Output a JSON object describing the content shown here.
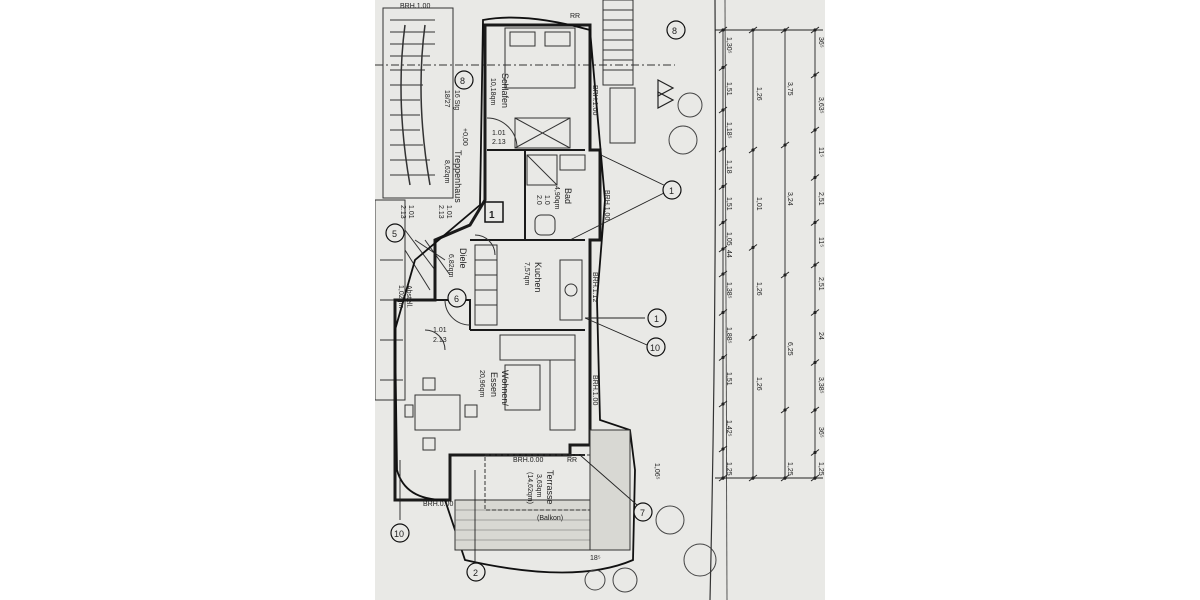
{
  "rooms": {
    "schlafen": {
      "name": "Schlafen",
      "area": "10,18qm"
    },
    "bad": {
      "name": "Bad",
      "area": "4,90qm"
    },
    "kuechen": {
      "name": "Kuchen",
      "area": "7,57qm"
    },
    "diele": {
      "name": "Diele",
      "area": "6,82qm"
    },
    "wohnen": {
      "name": "Wohnen/",
      "name2": "Essen",
      "area": "20,96qm"
    },
    "terrasse": {
      "name": "Terrasse",
      "area": "3,63qm",
      "area2": "(14,62qm)",
      "note": "(Balkon)"
    },
    "treppenhaus": {
      "name": "Treppenhaus",
      "area": "8,62qm",
      "steps": "16 Stg",
      "rise": "18/27"
    },
    "abstell": {
      "name": "Abstell.",
      "area": "1,02qm"
    }
  },
  "unit_number": "1",
  "brh_labels": {
    "top": "BRH.1.00",
    "right_a": "BRH.1.00",
    "right_b": "BRH.1.12",
    "right_c": "BRH.1.00",
    "bottom_a": "BRH.0.00",
    "bottom_b": "BRH.0.00",
    "right_d": "BRH.1.00"
  },
  "door_labels": {
    "d1": "1.01",
    "d1b": "2.13",
    "d2": "1.01",
    "d2b": "2.13",
    "d3": "1.01",
    "d3b": "2.13",
    "d4": "1.01",
    "d4b": "2.13",
    "d5": "1.0",
    "d5b": "2.0"
  },
  "stair_level": "+0,00",
  "callouts": {
    "c8a": "8",
    "c8b": "8",
    "c5": "5",
    "c6": "6",
    "c1a": "1",
    "c1b": "1",
    "c10a": "10",
    "c10b": "10",
    "c7": "7",
    "c2": "2"
  },
  "dims_col1": [
    "1,30⁵",
    "1,51",
    "1,18⁵",
    "1,18",
    "1,51",
    "1,05",
    "44",
    "1,38⁵",
    "1,88⁵",
    "1,51",
    "1,42⁵",
    "1,25"
  ],
  "dims_col2": [
    "1,26",
    "1,01",
    "1,26",
    "1,26"
  ],
  "dims_col3": [
    "3,75",
    "3,24",
    "6,25",
    "1,25"
  ],
  "dims_col4": [
    "36⁵",
    "3,63⁵",
    "11⁵",
    "2,51",
    "11⁵",
    "2,51",
    "24",
    "3,38⁵",
    "36⁵",
    "1,25"
  ],
  "misc": {
    "d106": "1,06⁵",
    "d18": "18⁵",
    "rr1": "RR",
    "rr2": "RR"
  }
}
